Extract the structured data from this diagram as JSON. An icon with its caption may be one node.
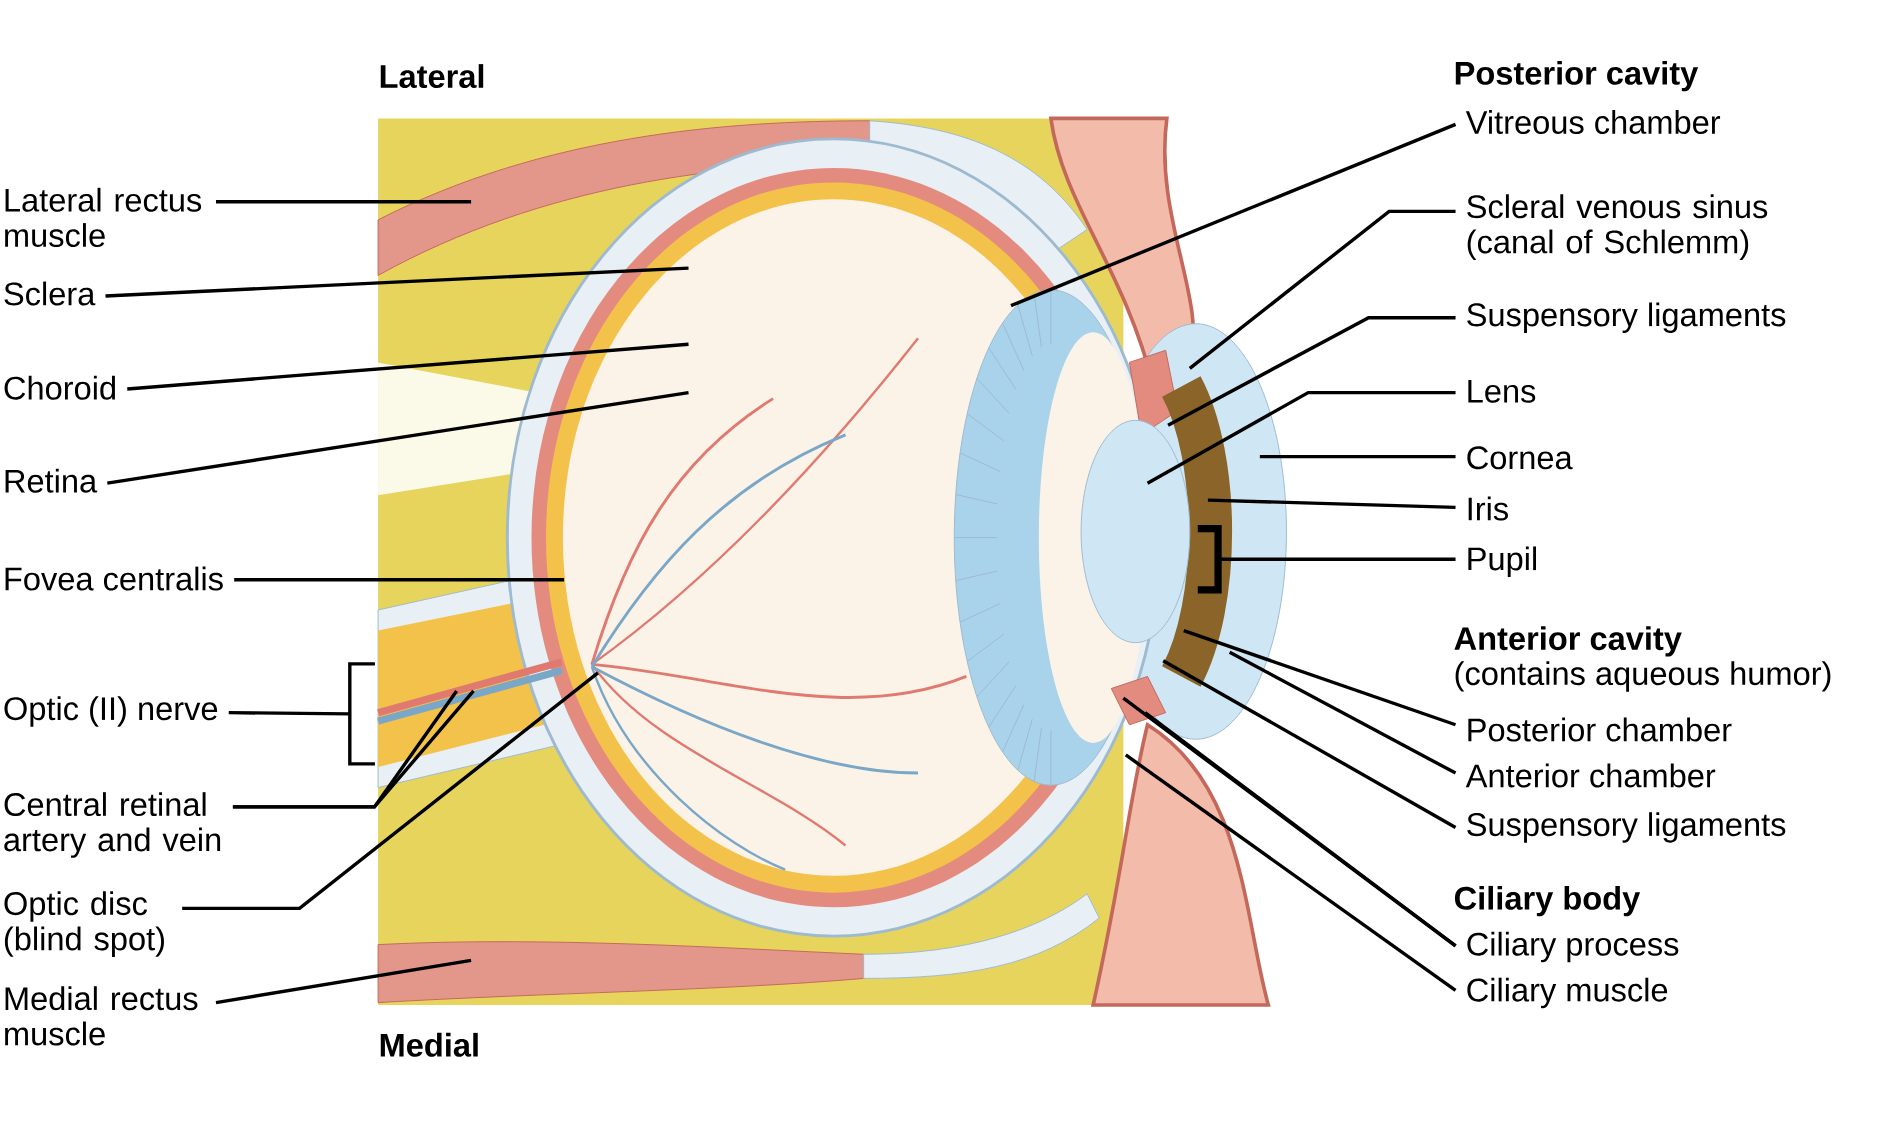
{
  "diagram": {
    "nodes": [
      {
        "text": [
          "Lateral rectus muscle"
        ]
      },
      {
        "text": [
          "Sclera"
        ]
      },
      {
        "text": [
          "Choroid"
        ]
      },
      {
        "text": [
          "Retina"
        ]
      },
      {
        "text": [
          "Fovea centralis"
        ]
      },
      {
        "text": [
          "Optic (II) nerve"
        ]
      },
      {
        "text": [
          "Central retinal artery and vein"
        ]
      },
      {
        "text": [
          "Optic disc (blind spot)"
        ]
      },
      {
        "text": [
          "Medial rectus muscle"
        ]
      },
      {
        "text": [
          "Vitreous chamber"
        ]
      },
      {
        "text": [
          "Scleral venous sinus (canal of Schlemm)"
        ]
      },
      {
        "text": [
          "Suspensory ligaments"
        ]
      },
      {
        "text": [
          "Lens"
        ]
      },
      {
        "text": [
          "Cornea"
        ]
      },
      {
        "text": [
          "Iris"
        ]
      },
      {
        "text": [
          "Pupil"
        ]
      },
      {
        "text": [
          "Posterior chamber"
        ]
      },
      {
        "text": [
          "Anterior chamber"
        ]
      },
      {
        "text": [
          "Suspensory ligaments"
        ]
      },
      {
        "text": [
          "Ciliary process"
        ]
      },
      {
        "text": [
          "Ciliary muscle"
        ]
      },
      {
        "text": [],
        "shape": "bracket"
      },
      {
        "text": [],
        "shape": "bracket"
      }
    ],
    "edges": [
      {
        "from": 0,
        "to": null,
        "arrow": "none"
      },
      {
        "from": 1,
        "to": null,
        "arrow": "none"
      },
      {
        "from": 2,
        "to": null,
        "arrow": "none"
      },
      {
        "from": 3,
        "to": null,
        "arrow": "none"
      },
      {
        "from": 4,
        "to": null,
        "arrow": "none"
      },
      {
        "from": 5,
        "to": 21,
        "arrow": "none"
      },
      {
        "from": 6,
        "to": null,
        "arrow": "none"
      },
      {
        "from": 6,
        "to": null,
        "arrow": "none"
      },
      {
        "from": 7,
        "to": null,
        "arrow": "none"
      },
      {
        "from": 8,
        "to": null,
        "arrow": "none"
      },
      {
        "from": 9,
        "to": null,
        "arrow": "none"
      },
      {
        "from": 10,
        "to": null,
        "arrow": "none"
      },
      {
        "from": 11,
        "to": null,
        "arrow": "none"
      },
      {
        "from": 12,
        "to": null,
        "arrow": "none"
      },
      {
        "from": 13,
        "to": null,
        "arrow": "none"
      },
      {
        "from": 14,
        "to": null,
        "arrow": "none"
      },
      {
        "from": 15,
        "to": 22,
        "arrow": "none"
      },
      {
        "from": 16,
        "to": null,
        "arrow": "none"
      },
      {
        "from": 17,
        "to": null,
        "arrow": "none"
      },
      {
        "from": 18,
        "to": null,
        "arrow": "none"
      },
      {
        "from": 19,
        "to": null,
        "arrow": "none"
      },
      {
        "from": 19,
        "to": null,
        "arrow": "none"
      },
      {
        "from": 20,
        "to": null,
        "arrow": "none"
      }
    ],
    "labels": [
      "Lateral",
      "Medial",
      "Posterior cavity",
      "Anterior cavity",
      "(contains aqueous humor)",
      "Ciliary body"
    ]
  }
}
